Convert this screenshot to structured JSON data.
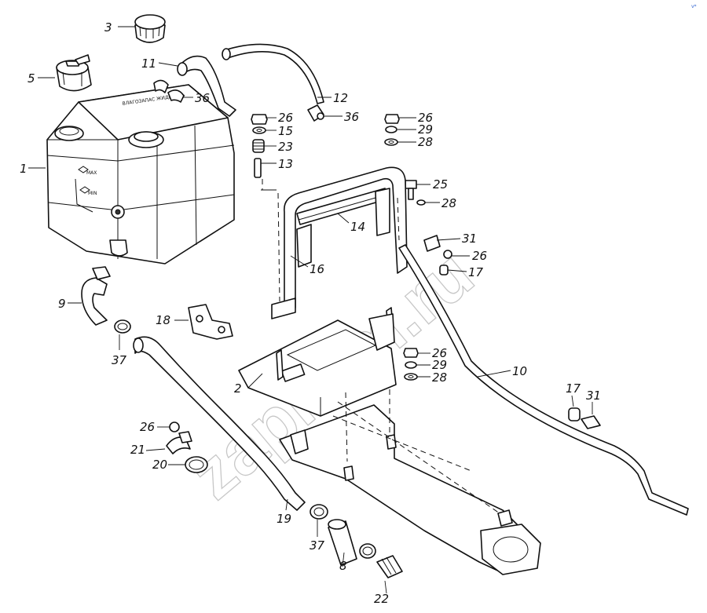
{
  "watermark": "zapkam.ru",
  "corner_mark": "v*",
  "tank_markings": {
    "max": "MAX",
    "min": "MIN",
    "cap_text": "ВЛАГОЗАПАС ЖИДКОСТЬ"
  },
  "callouts": {
    "c1": "1",
    "c2": "2",
    "c3": "3",
    "c5": "5",
    "c8": "8",
    "c9": "9",
    "c10": "10",
    "c11": "11",
    "c12": "12",
    "c13": "13",
    "c14": "14",
    "c15": "15",
    "c16": "16",
    "c17a": "17",
    "c17b": "17",
    "c18": "18",
    "c19": "19",
    "c20": "20",
    "c21": "21",
    "c22": "22",
    "c23": "23",
    "c25": "25",
    "c26a": "26",
    "c26b": "26",
    "c26c": "26",
    "c26d": "26",
    "c26e": "26",
    "c28a": "28",
    "c28b": "28",
    "c28c": "28",
    "c29a": "29",
    "c29b": "29",
    "c31a": "31",
    "c31b": "31",
    "c36a": "36",
    "c36b": "36",
    "c37a": "37",
    "c37b": "37"
  }
}
